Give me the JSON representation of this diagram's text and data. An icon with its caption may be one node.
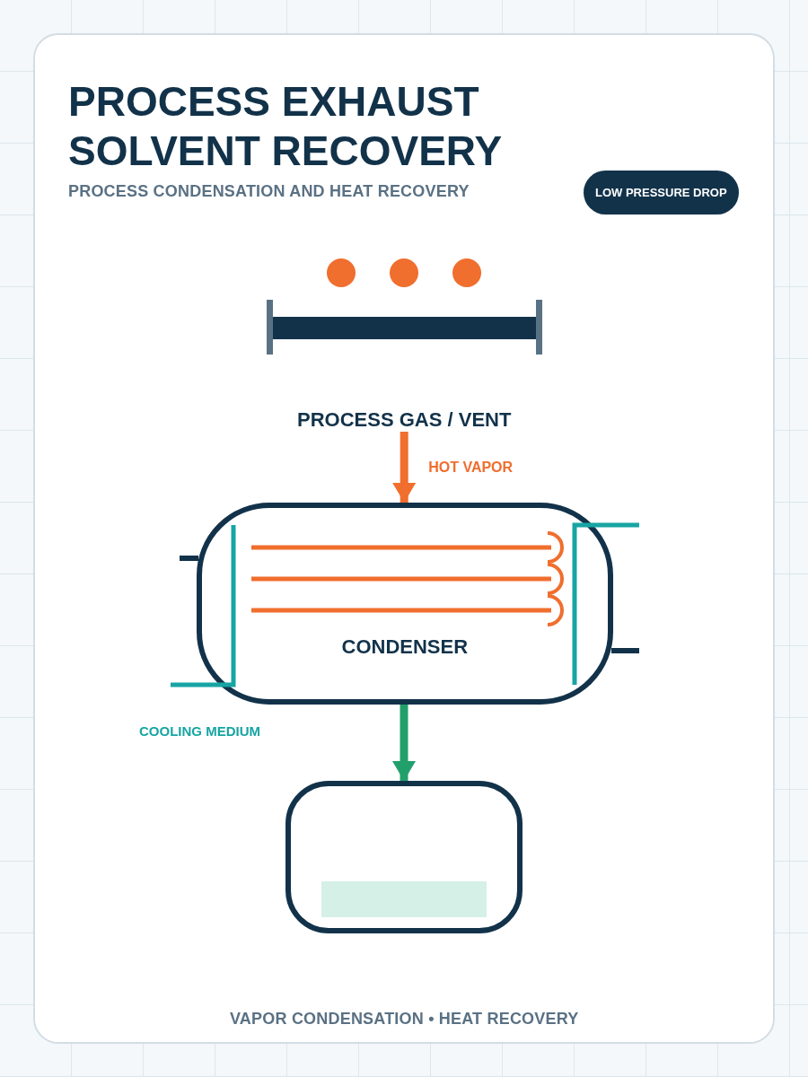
{
  "diagram": {
    "title": "PROCESS EXHAUST SOLVENT RECOVERY",
    "caption": "VAPOR CONDENSATION • HEAT RECOVERY",
    "nodes": [
      {
        "text": [
          "LOW PRESSURE DROP"
        ]
      },
      {
        "text": [
          "PROCESS GAS / VENT"
        ]
      },
      {
        "text": [
          "CONDENSER"
        ]
      },
      {
        "text": [],
        "shape": "box"
      }
    ],
    "edges": [
      {
        "from": 1,
        "to": 2,
        "arrow": "to",
        "label": "HOT VAPOR",
        "color": "#f06e2e"
      },
      {
        "from": 2,
        "to": 3,
        "arrow": "to",
        "color": "#22a06b"
      }
    ],
    "labels": [
      "PROCESS CONDENSATION AND HEAT RECOVERY",
      "COOLING MEDIUM"
    ]
  }
}
